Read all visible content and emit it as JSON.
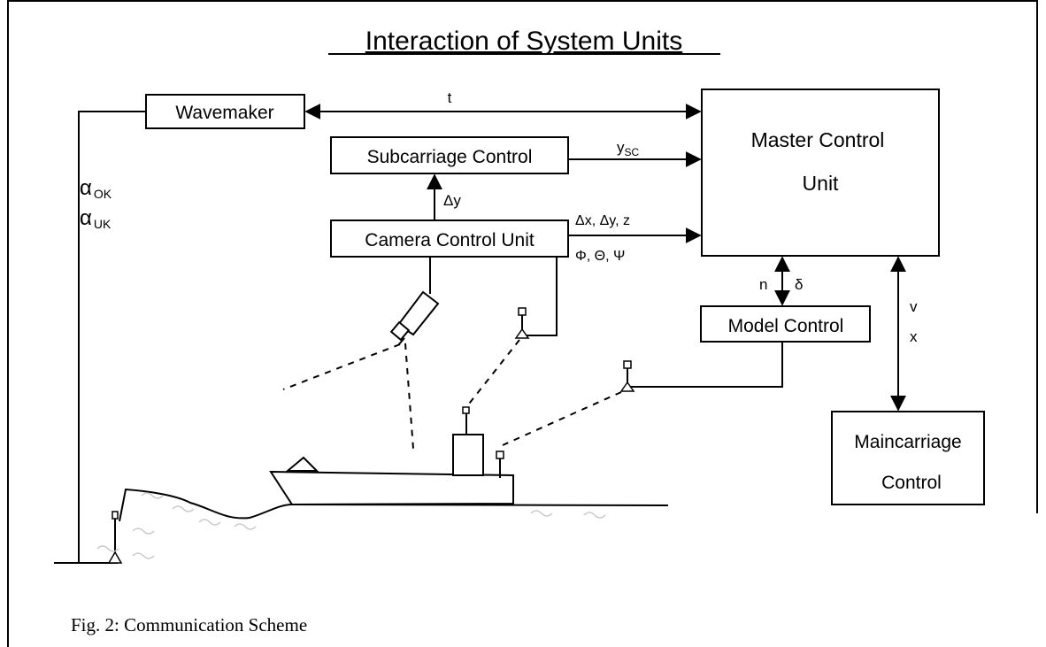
{
  "title": "Interaction of System Units",
  "caption": "Fig. 2: Communication Scheme",
  "blocks": {
    "wavemaker": "Wavemaker",
    "subcarriage": "Subcarriage Control",
    "camera": "Camera Control Unit",
    "master_line1": "Master Control",
    "master_line2": "Unit",
    "model": "Model Control",
    "maincarriage_line1": "Maincarriage",
    "maincarriage_line2": "Control"
  },
  "signals": {
    "t": "t",
    "y_sc_base": "y",
    "y_sc_sub": "SC",
    "delta_y": "Δy",
    "camera_pos": "Δx, Δy, z",
    "camera_angles": "Φ, Θ, Ψ",
    "n": "n",
    "delta": "δ",
    "v": "v",
    "x": "x",
    "alpha": "α",
    "alpha_ok_sub": "OK",
    "alpha_uk_sub": "UK"
  }
}
